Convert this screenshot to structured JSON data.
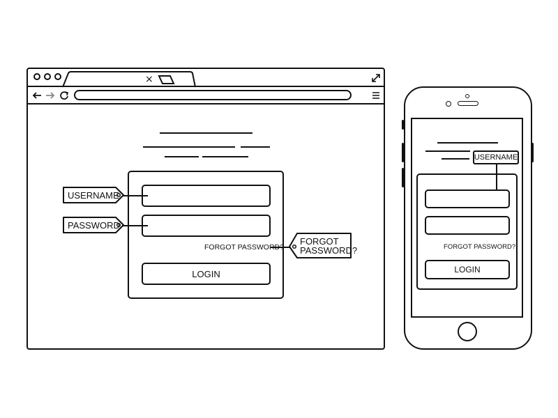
{
  "desktop": {
    "labels": {
      "username": "USERNAME",
      "password": "PASSWORD",
      "forgot_line1": "FORGOT",
      "forgot_line2": "PASSWORD?"
    },
    "form": {
      "forgot_link": "FORGOT PASSWORD?",
      "login_label": "LOGIN"
    },
    "icons": [
      "back-arrow-icon",
      "forward-arrow-icon",
      "reload-icon",
      "menu-icon",
      "expand-icon",
      "close-tab-icon"
    ]
  },
  "mobile": {
    "labels": {
      "username": "USERNAME"
    },
    "form": {
      "forgot_link": "FORGOT PASSWORD?",
      "login_label": "LOGIN"
    }
  },
  "colors": {
    "stroke": "#111111",
    "background": "#ffffff"
  }
}
